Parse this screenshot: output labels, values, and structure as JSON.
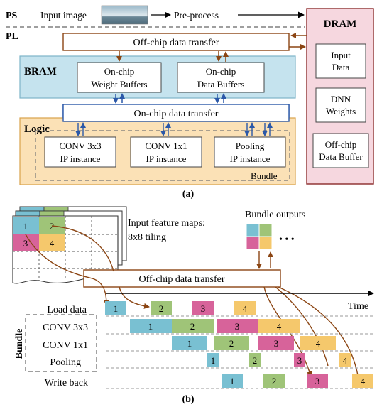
{
  "colors": {
    "bram_fill": "#c5e3ee",
    "logic_fill": "#fbe1b6",
    "dram_fill": "#f6d7df",
    "dram_border": "#8b2a2a",
    "arrow_brown": "#8b4513",
    "arrow_blue": "#2b58a8",
    "tile_blue": "#79c0d2",
    "tile_green": "#9fc478",
    "tile_pink": "#d7639a",
    "tile_yellow": "#f5c86c"
  },
  "part_a": {
    "ps_label": "PS",
    "pl_label": "PL",
    "input_image_label": "Input image",
    "preprocess_label": "Pre-process",
    "dram": {
      "title": "DRAM",
      "input_data": [
        "Input",
        "Data"
      ],
      "dnn_weights": [
        "DNN",
        "Weights"
      ],
      "offchip_buffer": [
        "Off-chip",
        "Data Buffer"
      ]
    },
    "offchip_transfer": "Off-chip data transfer",
    "bram": {
      "title": "BRAM",
      "weight_buffers": [
        "On-chip",
        "Weight Buffers"
      ],
      "data_buffers": [
        "On-chip",
        "Data Buffers"
      ]
    },
    "onchip_transfer": "On-chip data transfer",
    "logic": {
      "title": "Logic",
      "conv3": [
        "CONV 3x3",
        "IP instance"
      ],
      "conv1": [
        "CONV 1x1",
        "IP instance"
      ],
      "pool": [
        "Pooling",
        "IP instance"
      ],
      "bundle": "Bundle"
    },
    "caption": "(a)"
  },
  "part_b": {
    "feature_maps_label": [
      "Input feature maps:",
      "8x8 tiling"
    ],
    "tiles": [
      "1",
      "2",
      "3",
      "4"
    ],
    "bundle_outputs_label": "Bundle outputs",
    "ellipsis": "• • •",
    "offchip_transfer": "Off-chip data transfer",
    "time_label": "Time",
    "bundle_vertical": "Bundle",
    "rows": [
      "Load data",
      "CONV 3x3",
      "CONV 1x1",
      "Pooling",
      "Write back"
    ],
    "caption": "(b)"
  }
}
